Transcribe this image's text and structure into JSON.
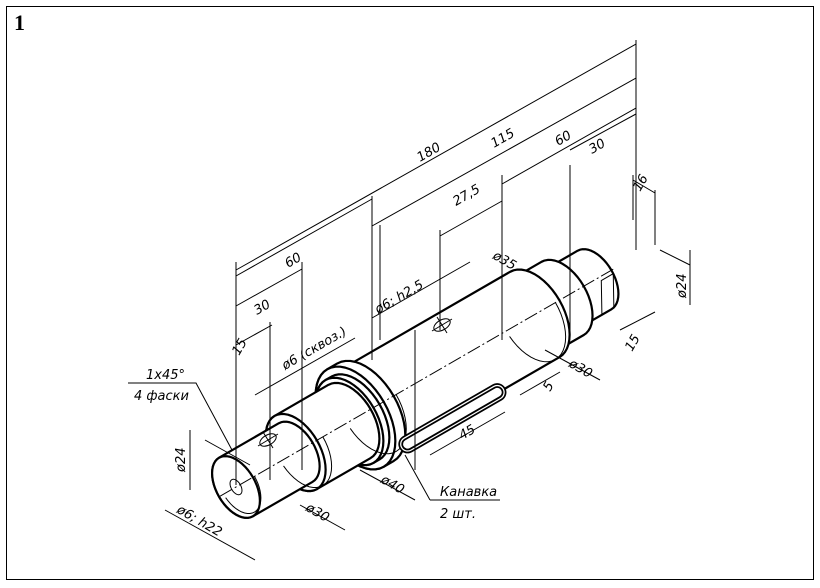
{
  "figure_number": "1",
  "dimensions": {
    "total_length": "180",
    "length_115": "115",
    "length_60_right": "60",
    "length_30_right": "30",
    "length_16": "16",
    "length_27_5": "27,5",
    "length_60_left": "60",
    "length_30_left": "30",
    "length_15_left": "15",
    "hole_through": "ø6 (сквоз.)",
    "hole_blind": "ø6; h2,5",
    "dia_35": "ø35",
    "chamfer": "1x45°",
    "chamfer_count": "4 фаски",
    "dia_24_left": "ø24",
    "hole_end": "ø6; h22",
    "dia_30_left": "ø30",
    "dia_40": "ø40",
    "groove": "Канавка",
    "groove_count": "2 шт.",
    "keyway_length": "45",
    "keyway_offset": "5",
    "dia_30_right": "ø30",
    "flat_15": "15",
    "dia_24_right": "ø24"
  }
}
